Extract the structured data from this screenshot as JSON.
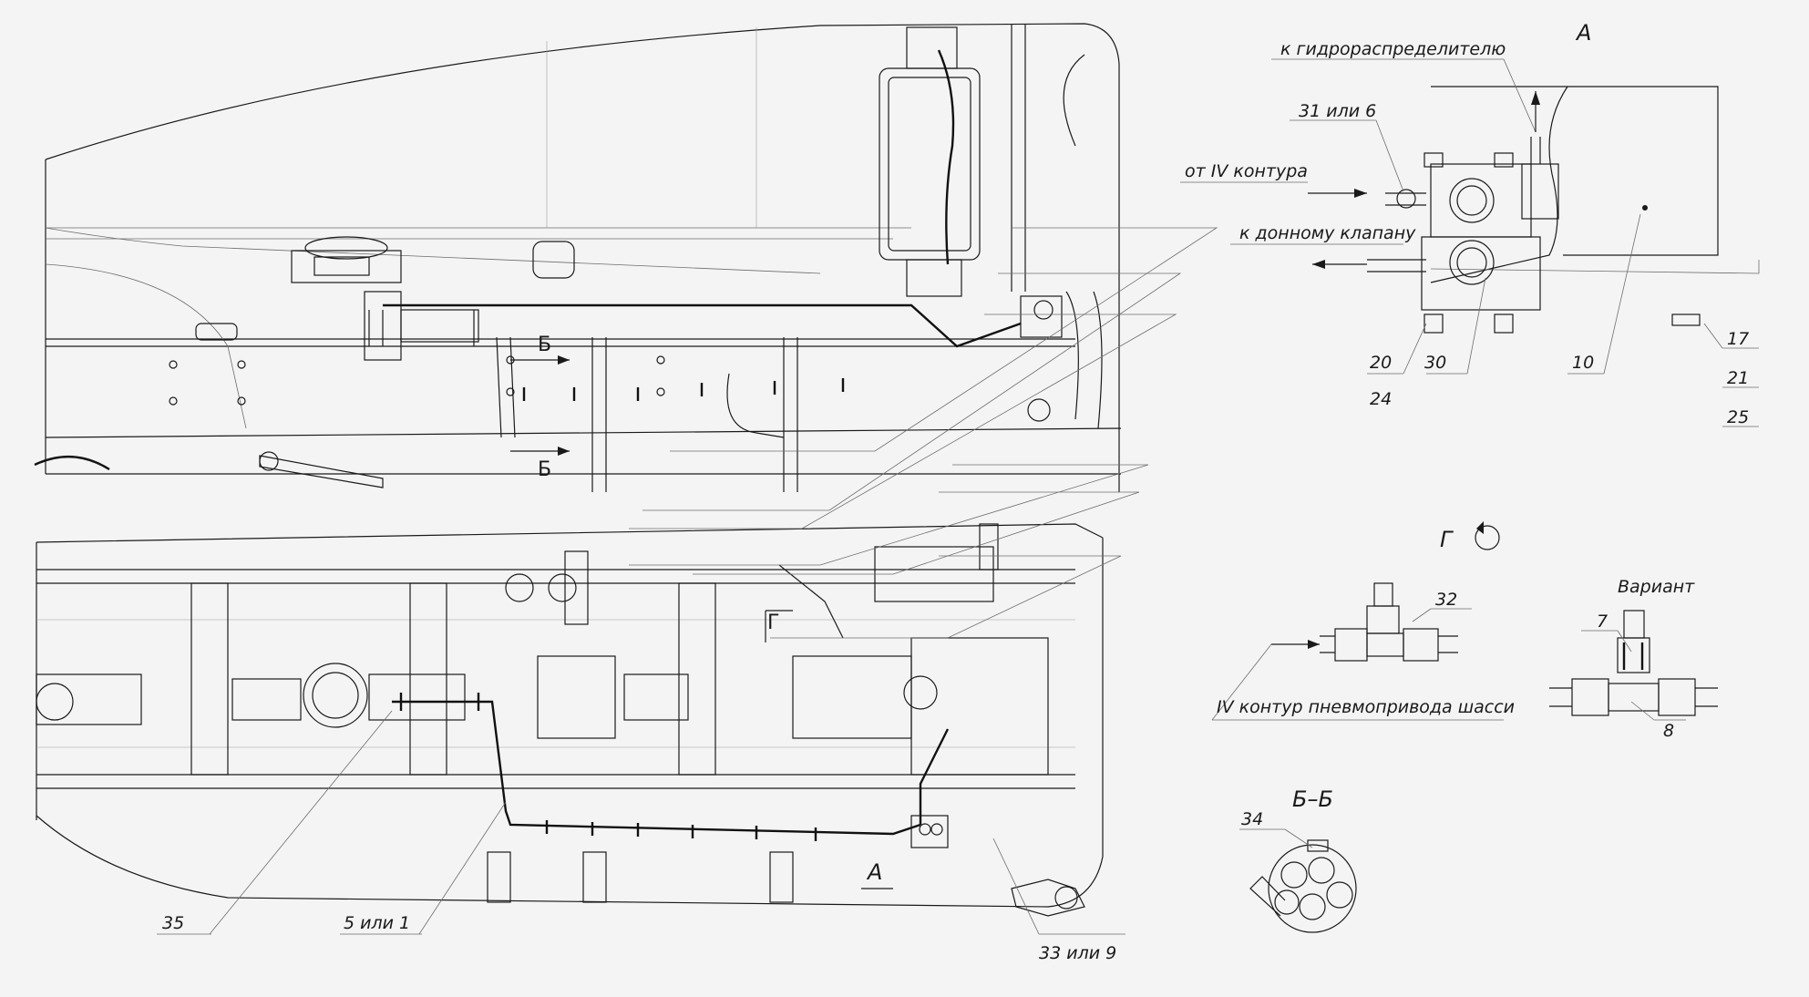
{
  "view_labels": {
    "view_a": "А",
    "view_a_ref": "А",
    "section_b1": "Б",
    "section_b2": "Б",
    "view_g_ref": "Г",
    "view_g": "Г",
    "section_bb": "Б–Б",
    "variant": "Вариант"
  },
  "notes": {
    "to_hydraulic_distributor": "к гидрораспределителю",
    "from_circuit_iv": "от IV контура",
    "to_bottom_valve": "к донному клапану",
    "circuit_iv_chassis": "IV контур пневмопривода шасси"
  },
  "callouts": {
    "c_31_6": "31 или 6",
    "c_20": "20",
    "c_24": "24",
    "c_30": "30",
    "c_10": "10",
    "c_17": "17",
    "c_21": "21",
    "c_25": "25",
    "c_32": "32",
    "c_7": "7",
    "c_8": "8",
    "c_34": "34",
    "c_35": "35",
    "c_5_1": "5 или 1",
    "c_33_9": "33 или 9"
  }
}
